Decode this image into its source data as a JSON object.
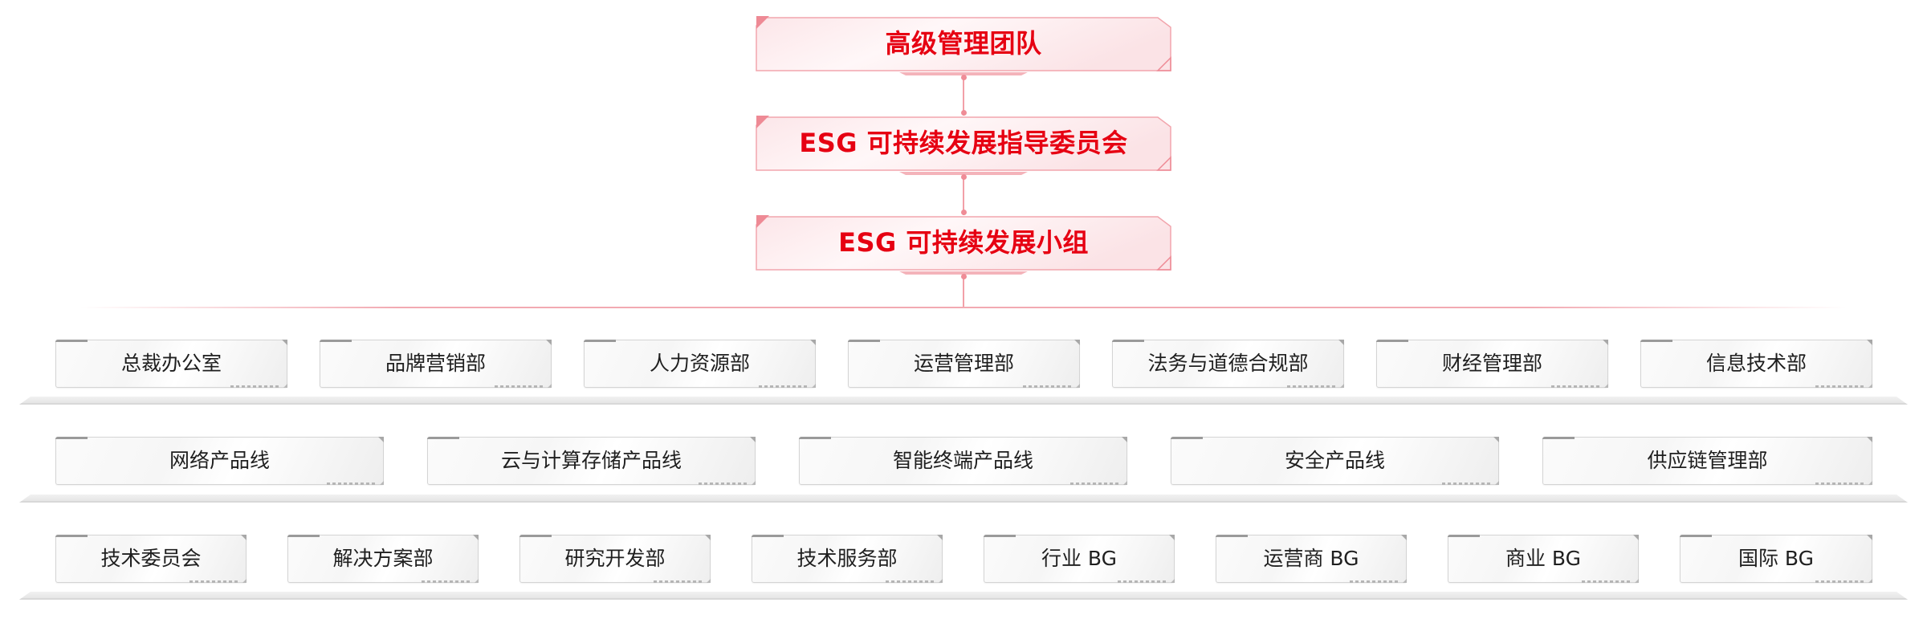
{
  "top_levels": [
    {
      "label": "高级管理团队"
    },
    {
      "label": "ESG 可持续发展指导委员会"
    },
    {
      "label": "ESG 可持续发展小组"
    }
  ],
  "rows": [
    {
      "items": [
        {
          "label": "总裁办公室"
        },
        {
          "label": "品牌营销部"
        },
        {
          "label": "人力资源部"
        },
        {
          "label": "运营管理部"
        },
        {
          "label": "法务与道德合规部"
        },
        {
          "label": "财经管理部"
        },
        {
          "label": "信息技术部"
        }
      ]
    },
    {
      "items": [
        {
          "label": "网络产品线"
        },
        {
          "label": "云与计算存储产品线"
        },
        {
          "label": "智能终端产品线"
        },
        {
          "label": "安全产品线"
        },
        {
          "label": "供应链管理部"
        }
      ]
    },
    {
      "items": [
        {
          "label": "技术委员会"
        },
        {
          "label": "解决方案部"
        },
        {
          "label": "研究开发部"
        },
        {
          "label": "技术服务部"
        },
        {
          "label": "行业 BG"
        },
        {
          "label": "运营商 BG"
        },
        {
          "label": "商业 BG"
        },
        {
          "label": "国际 BG"
        }
      ]
    }
  ],
  "colors": {
    "accent_red": "#e60012",
    "top_box_border": "#f2a5ad",
    "top_box_fill": "#fdeef0",
    "connector": "#f2a0a8",
    "dept_text": "#1f1f1f",
    "dept_border": "#d4d4d4"
  }
}
